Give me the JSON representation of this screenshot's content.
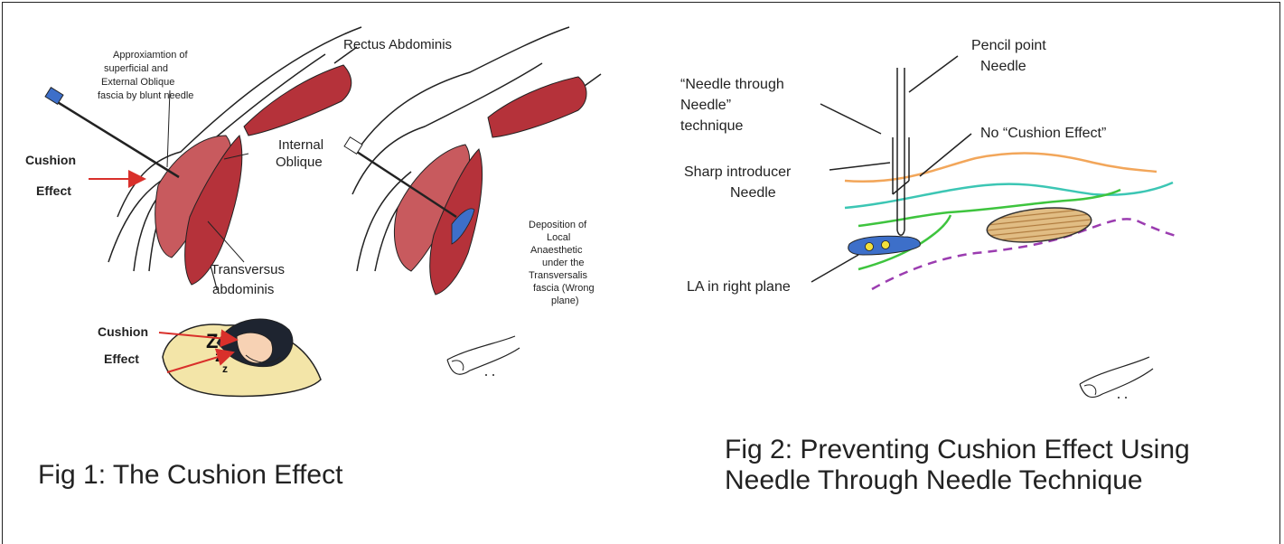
{
  "fig1": {
    "caption": "Fig 1: The Cushion Effect",
    "labels": {
      "approx_1": "Approxiamtion of",
      "approx_2": "superficial and",
      "approx_3": "External Oblique",
      "approx_4": "fascia by blunt needle",
      "rectus": "Rectus Abdominis",
      "internal_1": "Internal",
      "internal_2": "Oblique",
      "cushion_1": "Cushion",
      "effect_1": "Effect",
      "transversus_1": "Transversus",
      "transversus_2": "abdominis",
      "cushion_2": "Cushion",
      "effect_2": "Effect",
      "dep_1": "Deposition of",
      "dep_2": "Local",
      "dep_3": "Anaesthetic",
      "dep_4": "under the",
      "dep_5": "Transversalis",
      "dep_6": "fascia (Wrong",
      "dep_7": "plane)"
    }
  },
  "fig2": {
    "caption_1": "Fig 2: Preventing Cushion Effect Using",
    "caption_2": "Needle Through Needle Technique",
    "labels": {
      "pencil_1": "Pencil point",
      "pencil_2": "Needle",
      "nth_1": "“Needle through",
      "nth_2": "Needle”",
      "nth_3": "technique",
      "no_cushion": "No “Cushion Effect”",
      "sharp_1": "Sharp introducer",
      "sharp_2": "Needle",
      "la_plane": "LA in right plane"
    }
  },
  "colors": {
    "muscle": "#b5323a",
    "muscle_light": "#c85a5e",
    "arrow": "#d9302b",
    "la_blue": "#3d6fc9",
    "orange_layer": "#f2a65a",
    "teal_layer": "#3cc6b4",
    "green_layer": "#3ec43e",
    "purple_dash": "#9b3cb0",
    "oval_fill": "#d9b27a"
  }
}
